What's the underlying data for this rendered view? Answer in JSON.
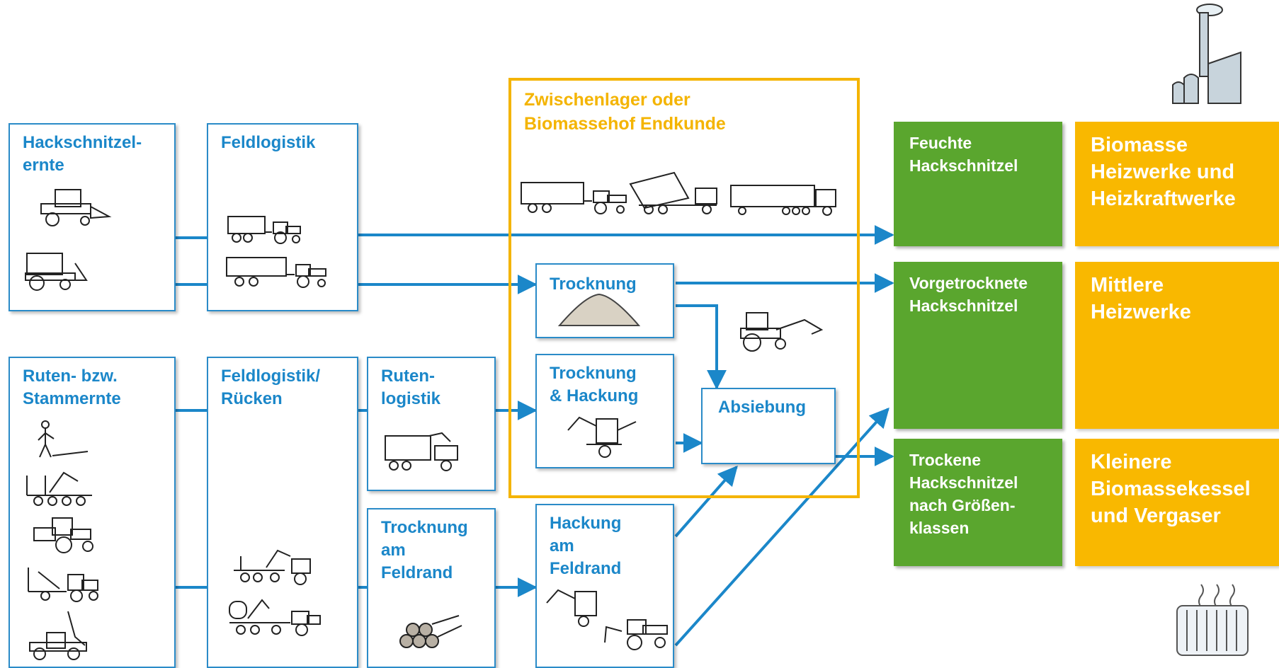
{
  "boxes": {
    "hackschnitzel_ernte": "Hackschnitzel-\nernte",
    "feldlogistik": "Feldlogistik",
    "ruten_stammernte": "Ruten- bzw.\nStammernte",
    "feldlogistik_ruecken": "Feldlogistik/\nRücken",
    "rutenlogistik": "Ruten-\nlogistik",
    "trocknung_feldrand": "Trocknung\nam\nFeldrand",
    "hackung_feldrand": "Hackung\nam\nFeldrand",
    "trocknung": "Trocknung",
    "trocknung_hackung": "Trocknung\n& Hackung",
    "absiebung": "Absiebung"
  },
  "storage": {
    "title": "Zwischenlager oder\nBiomassehof Endkunde"
  },
  "products": {
    "feuchte": "Feuchte\nHackschnitzel",
    "vorgetrocknete": "Vorgetrocknete\nHackschnitzel",
    "trockene": "Trockene\nHackschnitzel\nnach Größen-\nklassen"
  },
  "consumers": {
    "biomasse_heizwerke": "Biomasse\nHeizwerke und\nHeizkraftwerke",
    "mittlere_heizwerke": "Mittlere\nHeizwerke",
    "kleinere_kessel": "Kleinere\nBiomassekessel\nund Vergaser"
  },
  "colors": {
    "arrow": "#1b87c9",
    "box_border": "#2a8bc8",
    "storage_border": "#f4b400",
    "product_green": "#5aa62e",
    "consumer_yellow": "#f9b800"
  },
  "icons": [
    "harvester-icon",
    "forage-harvester-icon",
    "tractor-trailer-icon",
    "truck-icon",
    "container-truck-icon",
    "semi-trailer-icon",
    "pile-icon",
    "loader-tractor-icon",
    "chipper-icon",
    "log-pile-icon",
    "worker-icon",
    "forwarder-icon",
    "power-plant-icon",
    "radiator-icon"
  ]
}
